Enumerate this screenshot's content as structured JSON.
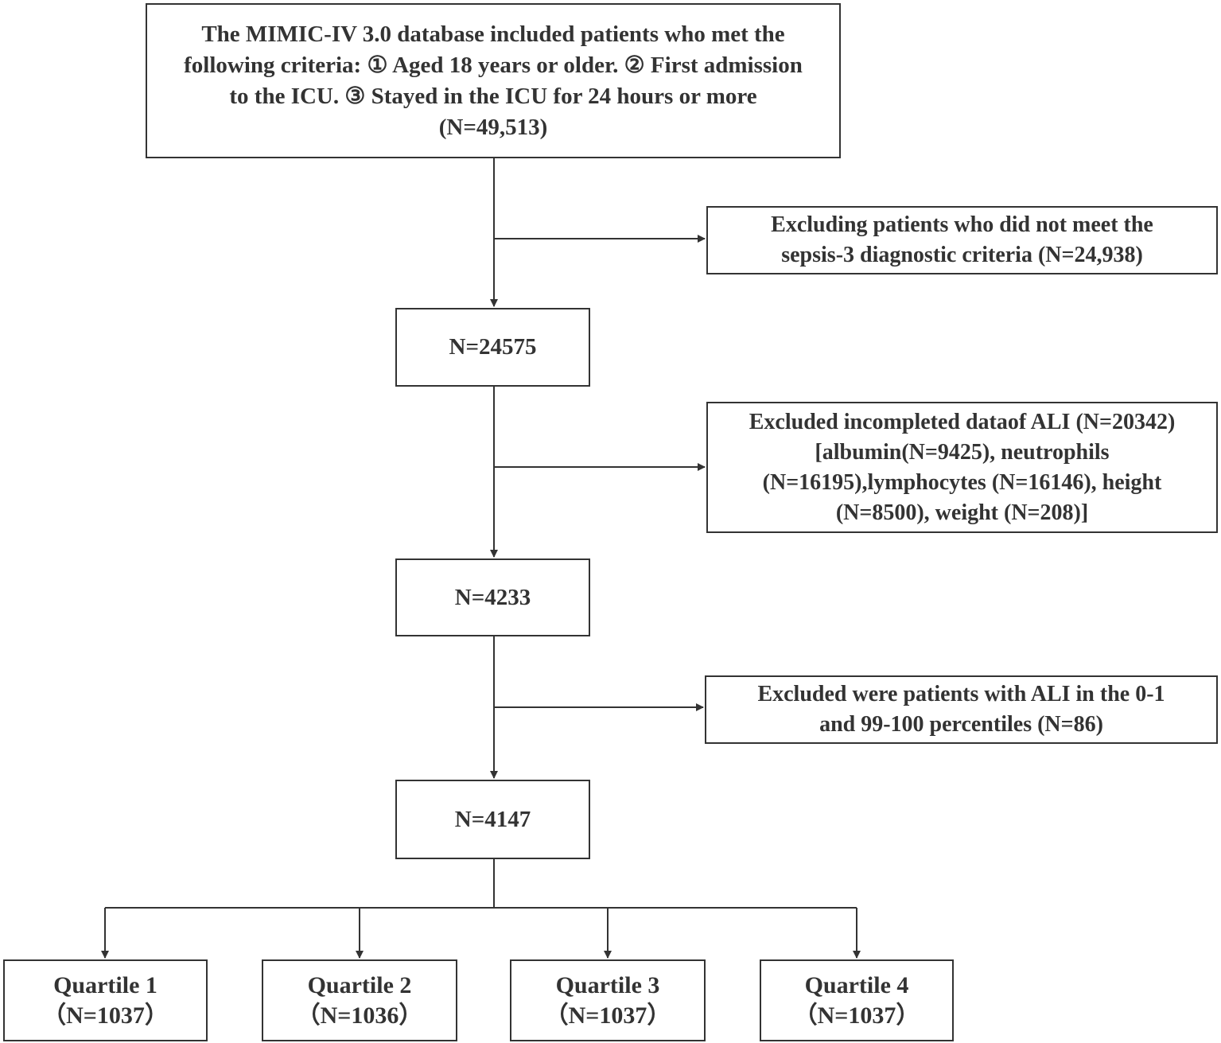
{
  "criteria": {
    "lines": [
      "The MIMIC-IV 3.0 database included patients who met the",
      "following criteria: ① Aged 18 years or older. ② First admission",
      "to the ICU. ③ Stayed in the ICU for 24 hours or more",
      "(N=49,513)"
    ]
  },
  "exclusion_1": {
    "lines": [
      "Excluding patients who did not meet the",
      "sepsis-3 diagnostic criteria (N=24,938)"
    ]
  },
  "step_1": {
    "label": "N=24575"
  },
  "exclusion_2": {
    "lines": [
      "Excluded incompleted dataof ALI (N=20342)",
      "[albumin(N=9425), neutrophils",
      "(N=16195),lymphocytes (N=16146), height",
      "(N=8500), weight (N=208)]"
    ]
  },
  "step_2": {
    "label": "N=4233"
  },
  "exclusion_3": {
    "lines": [
      "Excluded were patients with ALI in the 0-1",
      "and 99-100 percentiles (N=86)"
    ]
  },
  "step_3": {
    "label": "N=4147"
  },
  "quartiles": [
    {
      "name": "Quartile 1",
      "count": "（N=1037）"
    },
    {
      "name": "Quartile 2",
      "count": "（N=1036）"
    },
    {
      "name": "Quartile 3",
      "count": "（N=1037）"
    },
    {
      "name": "Quartile 4",
      "count": "（N=1037）"
    }
  ],
  "colors": {
    "stroke": "#333333",
    "text": "#333333",
    "background": "#ffffff"
  }
}
